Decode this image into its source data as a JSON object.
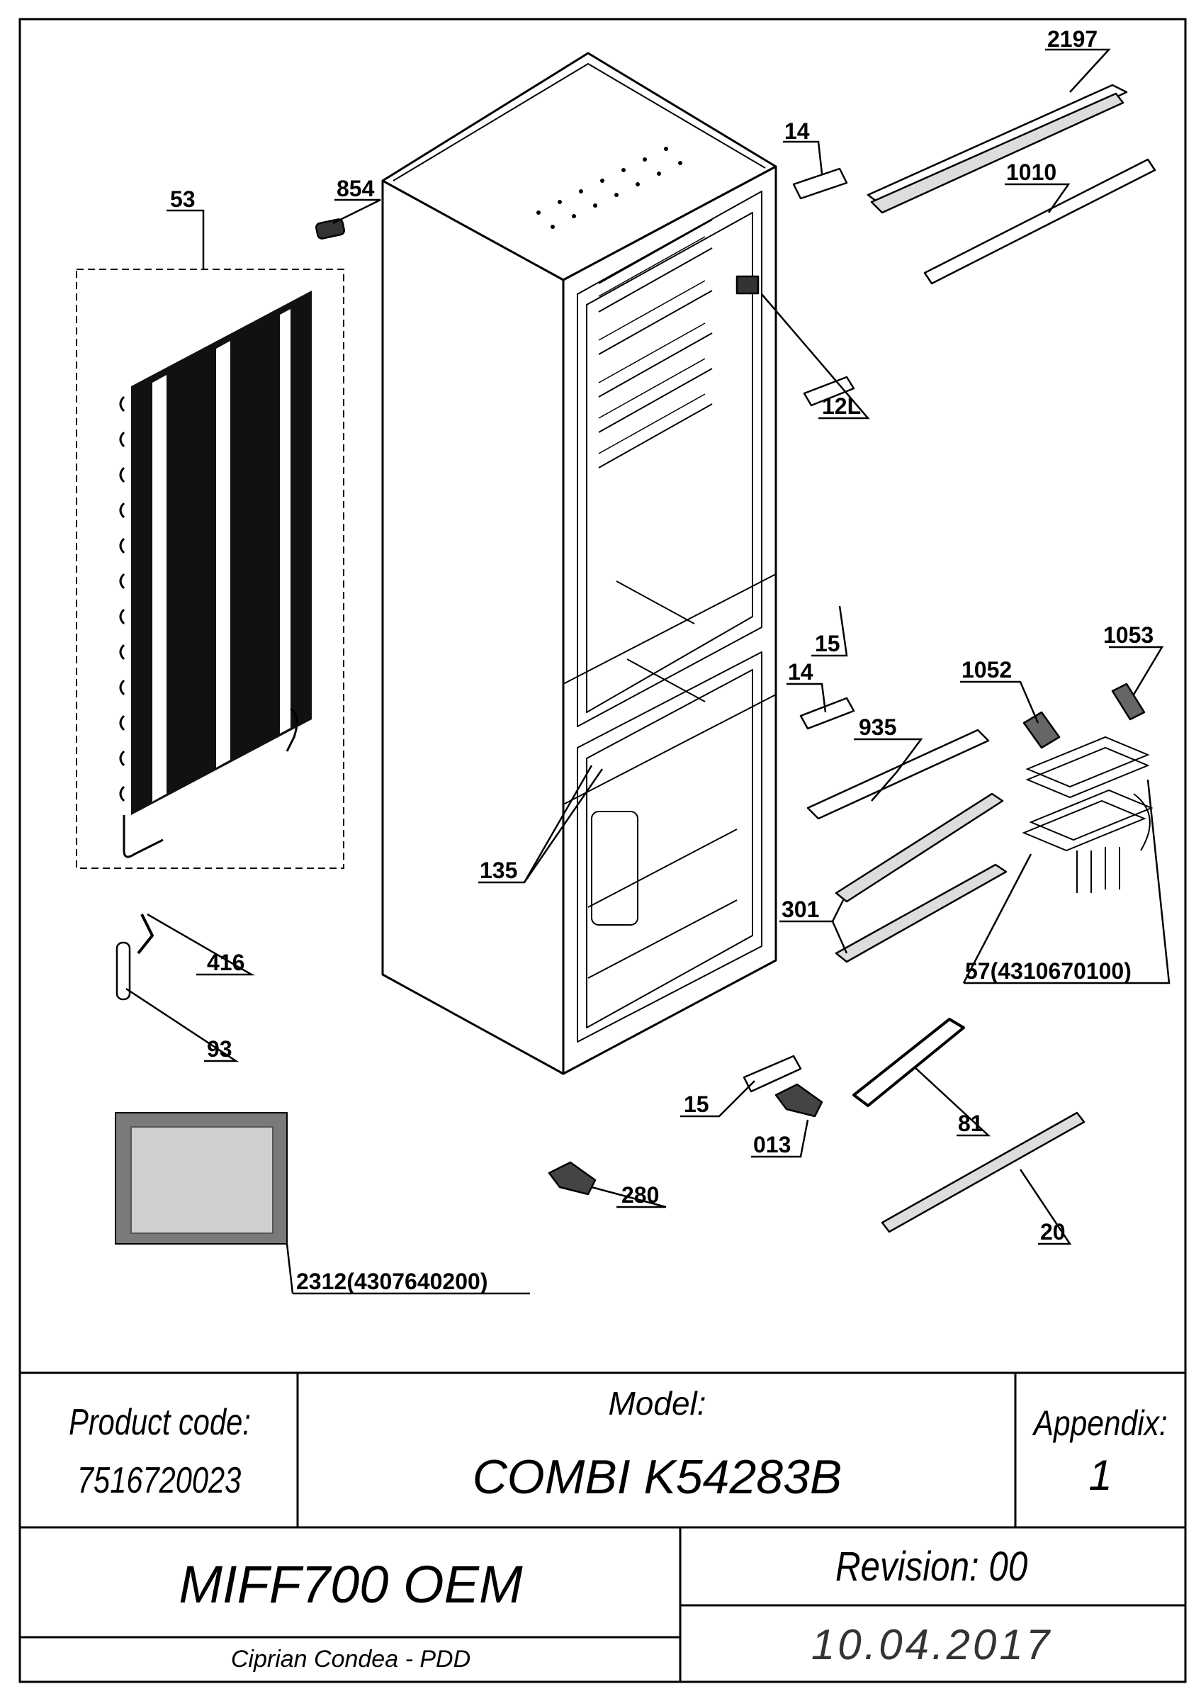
{
  "labels": {
    "l2197": "2197",
    "l14a": "14",
    "l1010": "1010",
    "l854": "854",
    "l53": "53",
    "l12L": "12L",
    "l15a": "15",
    "l14b": "14",
    "l1053": "1053",
    "l1052": "1052",
    "l935": "935",
    "l135": "135",
    "l301": "301",
    "l57": "57(4310670100)",
    "l416": "416",
    "l93": "93",
    "l15b": "15",
    "l81": "81",
    "l013": "013",
    "l280": "280",
    "l20": "20",
    "l2312": "2312(4307640200)"
  },
  "title_block": {
    "product_code_label": "Product code:",
    "product_code": "7516720023",
    "model_label": "Model:",
    "model": "COMBI K54283B",
    "appendix_label": "Appendix:",
    "appendix": "1",
    "name": "MIFF700 OEM",
    "revision": "Revision: 00",
    "author": "Ciprian Condea - PDD",
    "date": "10.04.2017"
  }
}
